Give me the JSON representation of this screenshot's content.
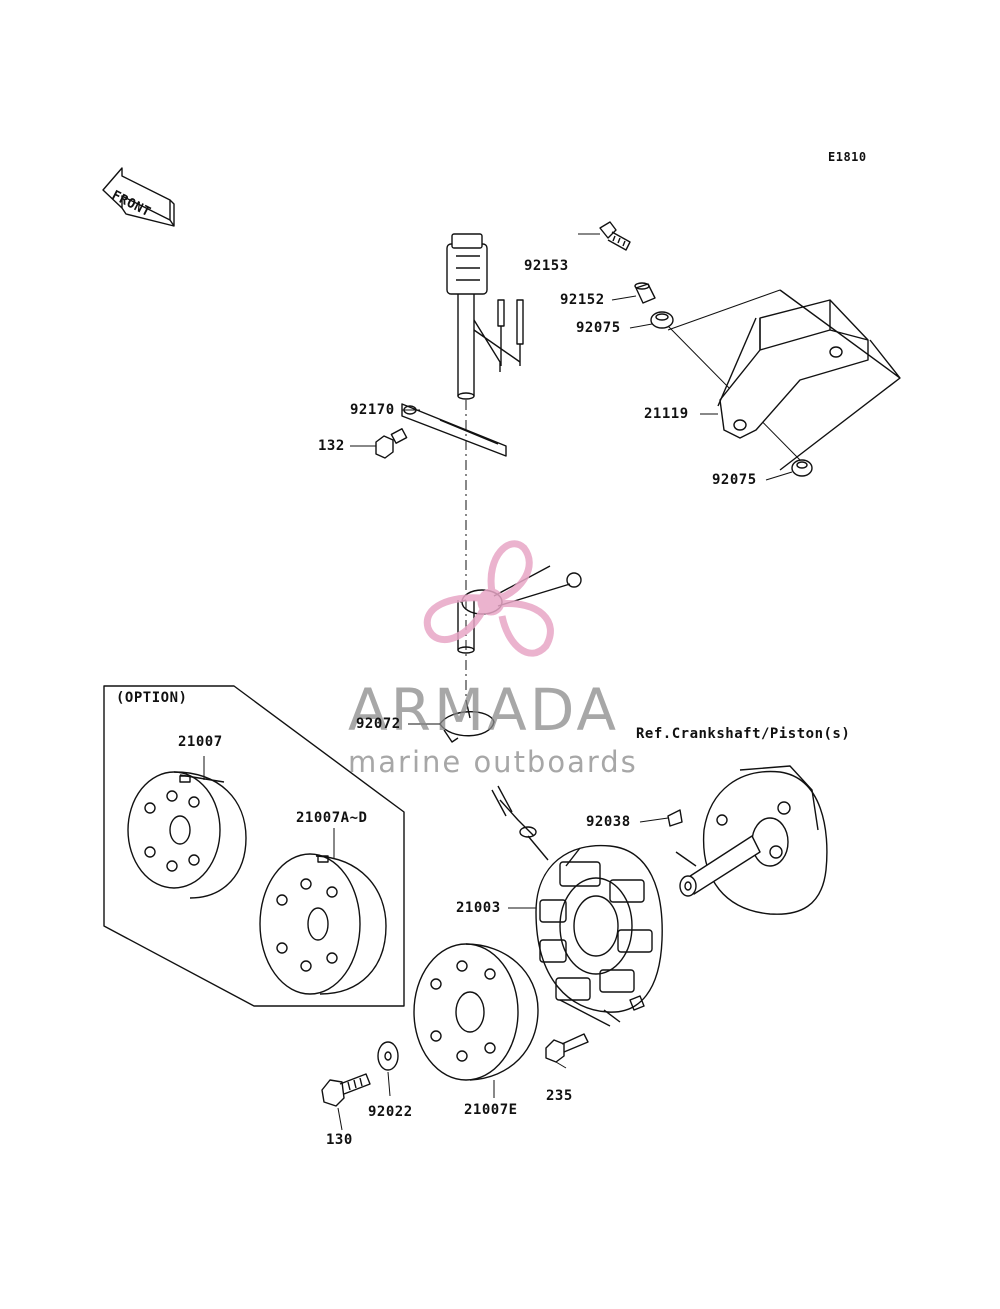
{
  "diagram_code": "E1810",
  "front_label": "FRONT",
  "option_label": "(OPTION)",
  "reference_label": "Ref.Crankshaft/Piston(s)",
  "watermark": {
    "brand": "ARMADA",
    "tagline": "marine outboards",
    "brand_color": "#8a8a8a",
    "logo_color": "#e8a6c6"
  },
  "parts": {
    "p92153": "92153",
    "p92152": "92152",
    "p92075a": "92075",
    "p21119": "21119",
    "p92075b": "92075",
    "p92170": "92170",
    "p132": "132",
    "p92072": "92072",
    "p21007": "21007",
    "p21007AD": "21007A~D",
    "p92038": "92038",
    "p21003": "21003",
    "p235": "235",
    "p92022": "92022",
    "p21007E": "21007E",
    "p130": "130"
  }
}
